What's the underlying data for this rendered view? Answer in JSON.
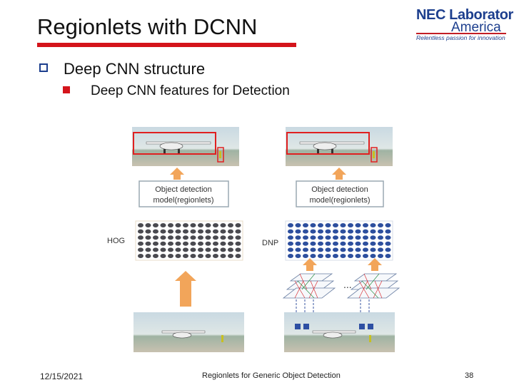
{
  "slide": {
    "title": "Regionlets with DCNN",
    "bullet1": "Deep CNN structure",
    "bullet2": "Deep CNN features for Detection"
  },
  "logo": {
    "line1": "NEC Laboratories",
    "line2": "America",
    "tagline": "Relentless passion for innovation"
  },
  "diagram": {
    "box_line1": "Object detection",
    "box_line2": "model(regionlets)",
    "left_feature_label": "HOG",
    "right_feature_label": "DNP",
    "ellipsis": "..."
  },
  "footer": {
    "date": "12/15/2021",
    "title": "Regionlets for Generic Object Detection",
    "page": "38"
  },
  "colors": {
    "accent_red": "#d4141b",
    "brand_blue": "#1d3f8e",
    "arrow_orange": "#f2a55a"
  }
}
